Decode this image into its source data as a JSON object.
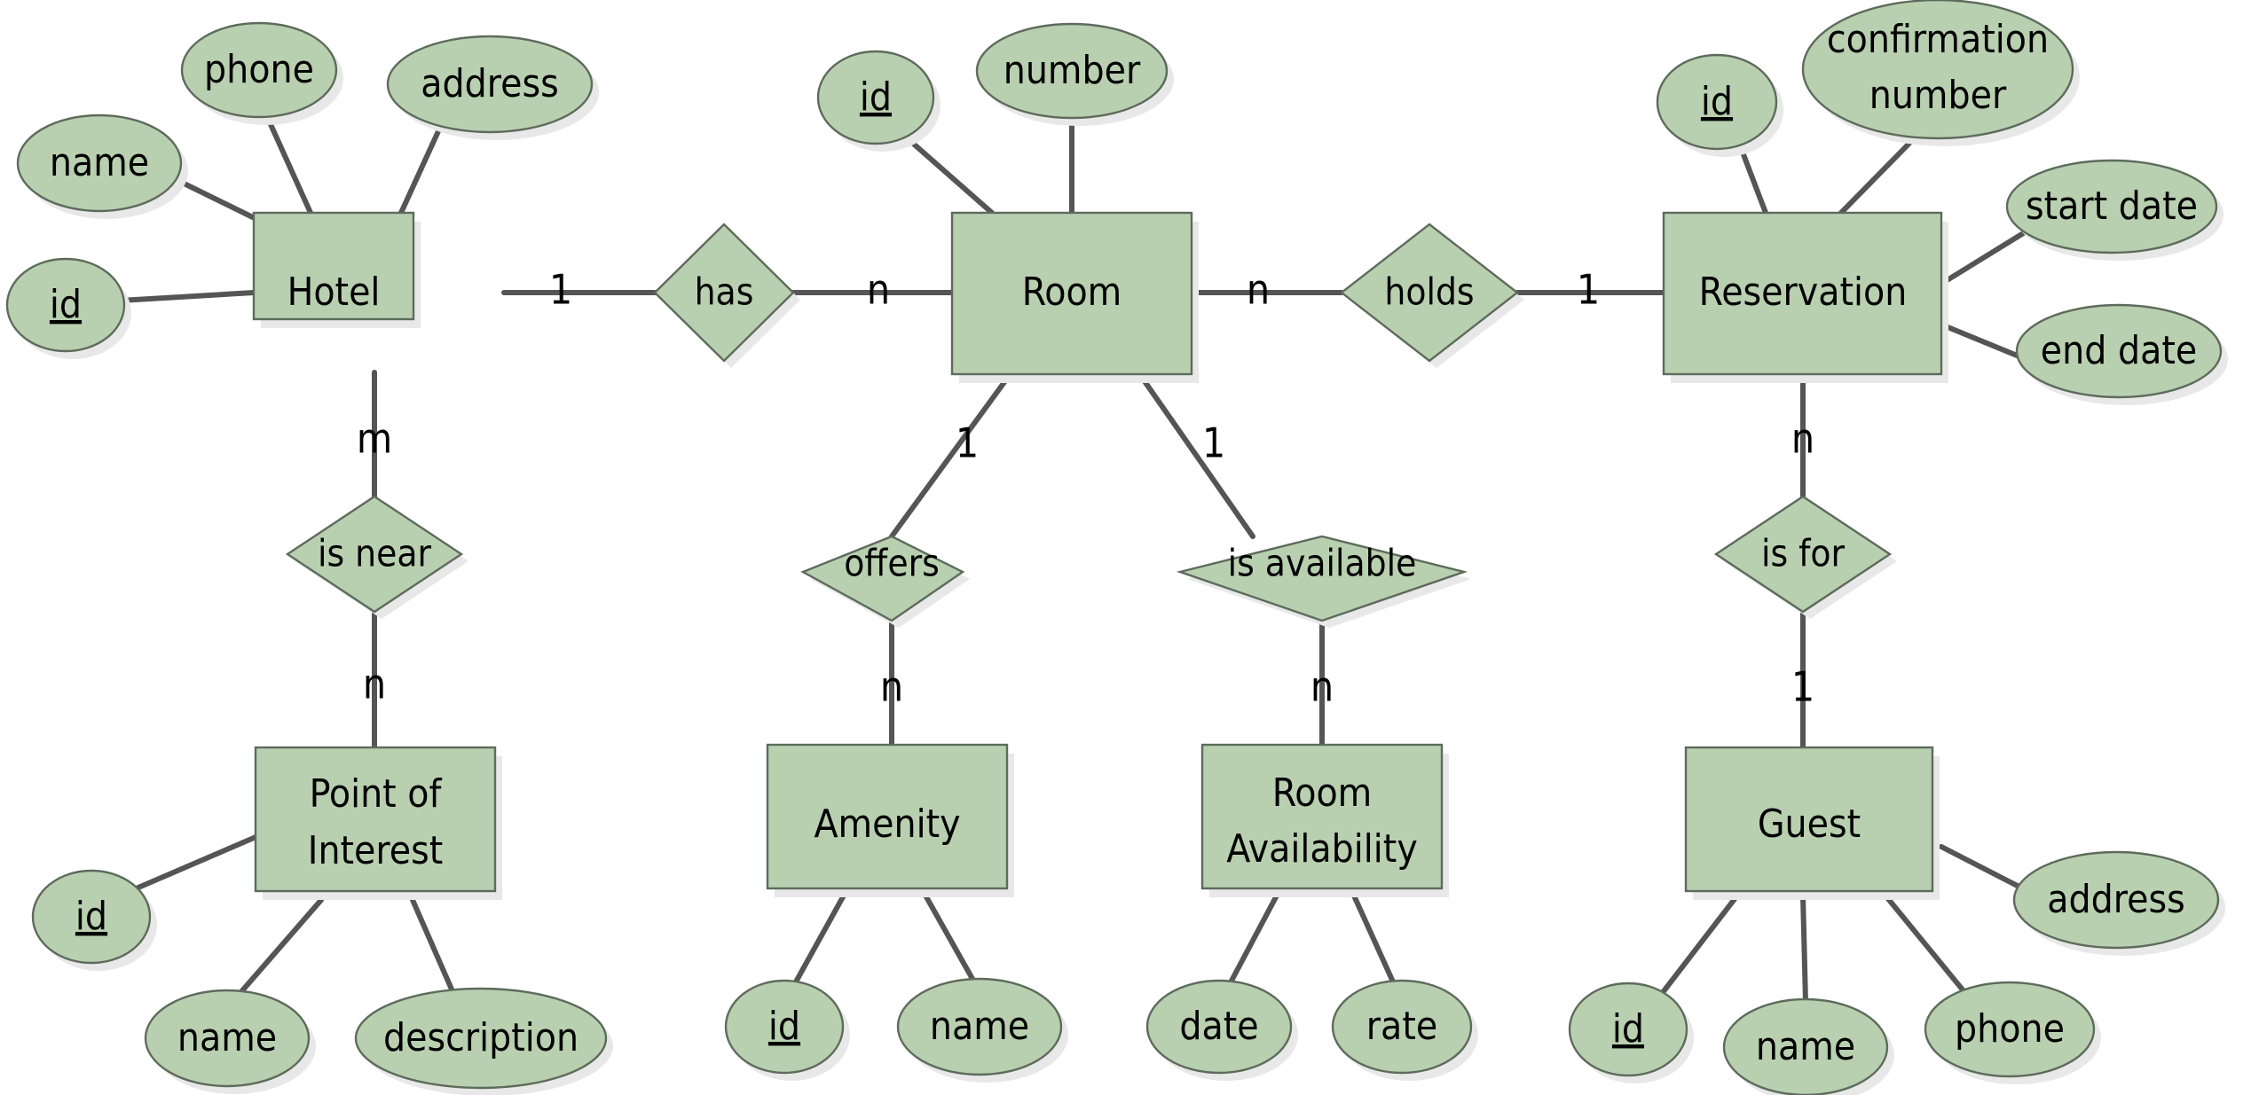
{
  "diagram": {
    "title": "Hotel Reservation Entity-Relationship Diagram",
    "notation": "Chen",
    "colors": {
      "shape_fill": "#b9d0b0",
      "shape_stroke": "#5e6b5c",
      "edge_stroke": "#555555",
      "shadow": "#e8e8e8",
      "background": "#ffffff",
      "text": "#000000"
    }
  },
  "entities": [
    {
      "id": "hotel",
      "label": "Hotel"
    },
    {
      "id": "room",
      "label": "Room"
    },
    {
      "id": "reservation",
      "label": "Reservation"
    },
    {
      "id": "point_of_interest",
      "label_line1": "Point of",
      "label_line2": "Interest"
    },
    {
      "id": "amenity",
      "label": "Amenity"
    },
    {
      "id": "room_availability",
      "label_line1": "Room",
      "label_line2": "Availability"
    },
    {
      "id": "guest",
      "label": "Guest"
    }
  ],
  "attributes": [
    {
      "id": "hotel_name",
      "label": "name",
      "owner": "hotel",
      "key": false
    },
    {
      "id": "hotel_phone",
      "label": "phone",
      "owner": "hotel",
      "key": false
    },
    {
      "id": "hotel_address",
      "label": "address",
      "owner": "hotel",
      "key": false
    },
    {
      "id": "hotel_id",
      "label": "id",
      "owner": "hotel",
      "key": true
    },
    {
      "id": "room_id",
      "label": "id",
      "owner": "room",
      "key": true
    },
    {
      "id": "room_number",
      "label": "number",
      "owner": "room",
      "key": false
    },
    {
      "id": "res_id",
      "label": "id",
      "owner": "reservation",
      "key": true
    },
    {
      "id": "res_conf_l1",
      "label": "confirmation",
      "owner": "reservation",
      "key": false
    },
    {
      "id": "res_conf_l2",
      "label": "number",
      "owner": "reservation",
      "key": false
    },
    {
      "id": "res_start",
      "label": "start date",
      "owner": "reservation",
      "key": false
    },
    {
      "id": "res_end",
      "label": "end date",
      "owner": "reservation",
      "key": false
    },
    {
      "id": "poi_id",
      "label": "id",
      "owner": "point_of_interest",
      "key": true
    },
    {
      "id": "poi_name",
      "label": "name",
      "owner": "point_of_interest",
      "key": false
    },
    {
      "id": "poi_desc",
      "label": "description",
      "owner": "point_of_interest",
      "key": false
    },
    {
      "id": "amen_id",
      "label": "id",
      "owner": "amenity",
      "key": true
    },
    {
      "id": "amen_name",
      "label": "name",
      "owner": "amenity",
      "key": false
    },
    {
      "id": "ra_date",
      "label": "date",
      "owner": "room_availability",
      "key": false
    },
    {
      "id": "ra_rate",
      "label": "rate",
      "owner": "room_availability",
      "key": false
    },
    {
      "id": "guest_id",
      "label": "id",
      "owner": "guest",
      "key": true
    },
    {
      "id": "guest_name",
      "label": "name",
      "owner": "guest",
      "key": false
    },
    {
      "id": "guest_phone",
      "label": "phone",
      "owner": "guest",
      "key": false
    },
    {
      "id": "guest_address",
      "label": "address",
      "owner": "guest",
      "key": false
    }
  ],
  "relationships": [
    {
      "id": "has",
      "label": "has",
      "from": "hotel",
      "to": "room",
      "from_cardinality": "1",
      "to_cardinality": "n"
    },
    {
      "id": "holds",
      "label": "holds",
      "from": "room",
      "to": "reservation",
      "from_cardinality": "n",
      "to_cardinality": "1"
    },
    {
      "id": "is_near",
      "label": "is near",
      "from": "hotel",
      "to": "point_of_interest",
      "from_cardinality": "m",
      "to_cardinality": "n"
    },
    {
      "id": "offers",
      "label": "offers",
      "from": "room",
      "to": "amenity",
      "from_cardinality": "1",
      "to_cardinality": "n"
    },
    {
      "id": "is_available",
      "label": "is available",
      "from": "room",
      "to": "room_availability",
      "from_cardinality": "1",
      "to_cardinality": "n"
    },
    {
      "id": "is_for",
      "label": "is for",
      "from": "reservation",
      "to": "guest",
      "from_cardinality": "n",
      "to_cardinality": "1"
    }
  ]
}
